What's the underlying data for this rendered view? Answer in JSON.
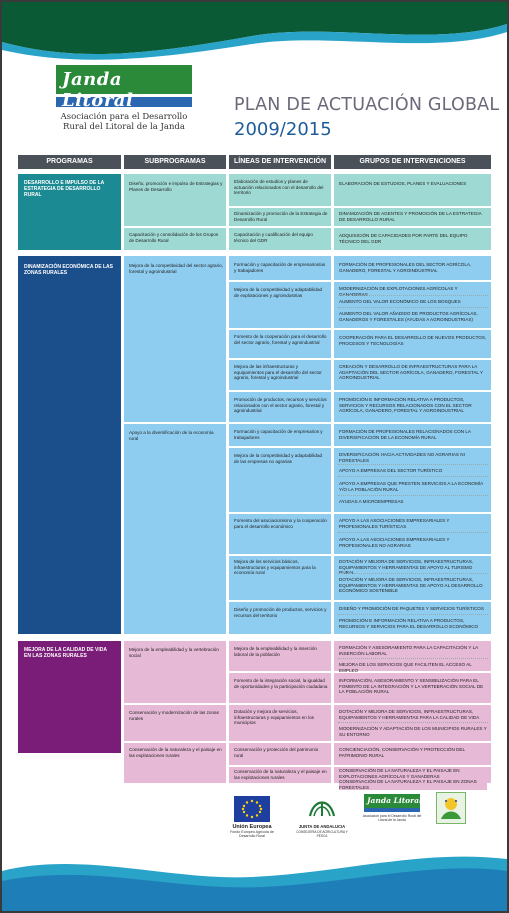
{
  "logo": {
    "name": "Janda Litoral",
    "sub_line1": "Asociación para el Desarrollo",
    "sub_line2": "Rural del Litoral de la Janda"
  },
  "title": "PLAN DE ACTUACIÓN GLOBAL",
  "year": "2009/2015",
  "colors": {
    "teal": "#1c8a93",
    "teal_light": "#9fd9d3",
    "blue": "#1b4f8c",
    "blue_light": "#8fcdf0",
    "purple": "#7a1d78",
    "purple_light": "#e6b9d6",
    "header": "#4a5158",
    "title_grey": "#6a6a7a",
    "year_blue": "#1f5c9a"
  },
  "headers": [
    "PROGRAMAS",
    "SUBPROGRAMAS",
    "LÍNEAS DE INTERVENCIÓN",
    "GRUPOS DE INTERVENCIONES"
  ],
  "p1": {
    "label": "DESARROLLO E IMPULSO DE LA ESTRATEGIA DE DESARROLLO RURAL",
    "s1": "Diseño, promoción e impulso de Estrategias y Planes de Desarrollo",
    "s1_l1": "Elaboración de estudios y planes de actuación relacionados con el desarrollo del territorio",
    "s1_l1_g1": "ELABORACIÓN DE ESTUDIOS, PLANES Y EVALUACIONES",
    "s1_l2": "Dinamización y promoción de la Estrategia de Desarrollo Rural",
    "s1_l2_g1": "DINAMIZACIÓN DE AGENTES Y PROMOCIÓN DE LA ESTRATEGIA DE DESARROLLO RURAL",
    "s2": "Capacitación y consolidación de los Grupos de Desarrollo Rural",
    "s2_l1": "Capacitación y cualificación del equipo técnico del GDR",
    "s2_l1_g1": "ADQUISICIÓN DE CAPACIDADES POR PARTE DEL EQUIPO TÉCNICO DEL GDR"
  },
  "p2": {
    "label": "DINAMIZACIÓN ECONÓMICA DE LAS ZONAS RURALES",
    "s1": "Mejora de la competitividad del sector agrario, forestal y agroindustrial",
    "s1_l1": "Formación y capacitación de empresarios/as y trabajadores",
    "s1_l1_g1": "FORMACIÓN DE PROFESIONALES DEL SECTOR AGRÍCOLA, GANADERO, FORESTAL Y AGROINDUSTRIAL",
    "s1_l2": "Mejora de la competitividad y adaptabilidad de explotaciones y agroindustrias",
    "s1_l2_g1": "MODERNIZACIÓN DE EXPLOTACIONES AGRÍCOLAS Y GANADERAS",
    "s1_l2_g2": "AUMENTO DEL VALOR ECONÓMICO DE LOS BOSQUES",
    "s1_l2_g3": "AUMENTO DEL VALOR AÑADIDO DE PRODUCTOS AGRÍCOLAS, GANADEROS Y FORESTALES (AYUDAS A AGROINDUSTRIAS)",
    "s1_l3": "Fomento de la cooperación para el desarrollo del sector agrario, forestal y agroindustrial",
    "s1_l3_g1": "COOPERACIÓN PARA EL DESARROLLO DE NUEVOS PRODUCTOS, PROCESOS Y TECNOLOGÍAS",
    "s1_l4": "Mejora de las infraestructuras y equipamientos para el desarrollo del sector agrario, forestal y agroindustrial",
    "s1_l4_g1": "CREACIÓN Y DESARROLLO DE INFRAESTRUCTURAS PARA LA ADAPTACIÓN DEL SECTOR AGRÍCOLA, GANADERO, FORESTAL Y AGROINDUSTRIAL",
    "s1_l5": "Promoción de productos, recursos y servicios relacionados con el sector agrario, forestal y agroindustrial",
    "s1_l5_g1": "PROMOCIÓN E INFORMACIÓN RELATIVA A PRODUCTOS, SERVICIOS Y RECURSOS RELACIONADOS CON EL SECTOR AGRÍCOLA, GANADERO, FORESTAL Y AGROINDUSTRIAL",
    "s2": "Apoyo a la diversificación de la economía rural",
    "s2_l1": "Formación y capacitación de empresarios y trabajadores",
    "s2_l1_g1": "FORMACIÓN DE PROFESIONALES RELACIONADOS CON LA DIVERSIFICACIÓN DE LA ECONOMÍA RURAL",
    "s2_l2": "Mejora de la competitividad y adaptabilidad de las empresas no agrarias",
    "s2_l2_g1": "DIVERSIFICACIÓN HACIA ACTIVIDADES NO AGRARIAS NI FORESTALES",
    "s2_l2_g2": "APOYO A EMPRESAS DEL SECTOR TURÍSTICO",
    "s2_l2_g3": "APOYO A EMPRESAS QUE PRESTEN SERVICIOS A LA ECONOMÍA Y/O LA POBLACIÓN RURAL",
    "s2_l2_g4": "AYUDAS A MICROEMPRESAS",
    "s2_l3": "Fomento del asociacionismo y la cooperación para el desarrollo económico",
    "s2_l3_g1": "APOYO A LAS ASOCIACIONES EMPRESARIALES Y PROFESIONALES TURÍSTICAS",
    "s2_l3_g2": "APOYO A LAS ASOCIACIONES EMPRESARIALES Y PROFESIONALES NO AGRARIAS",
    "s2_l4": "Mejora de los servicios básicos, infraestructuras y equipamientos para la economía rural",
    "s2_l4_g1": "DOTACIÓN Y MEJORA DE SERVICIOS, INFRAESTRUCTURAS, EQUIPAMIENTOS Y HERRAMIENTAS DE APOYO AL TURISMO RURAL",
    "s2_l4_g2": "DOTACIÓN Y MEJORA DE SERVICIOS, INFRAESTRUCTURAS, EQUIPAMIENTOS Y HERRAMIENTAS DE APOYO AL DESARROLLO ECONÓMICO SOSTENIBLE",
    "s2_l5": "Diseño y promoción de productos, servicios y recursos del territorio",
    "s2_l5_g1": "DISEÑO Y PROMOCIÓN DE PAQUETES Y SERVICIOS TURÍSTICOS",
    "s2_l5_g2": "PROMOCIÓN E INFORMACIÓN RELATIVA A PRODUCTOS, RECURSOS Y SERVICIOS PARA EL DESARROLLO ECONÓMICO"
  },
  "p3": {
    "label": "MEJORA DE LA CALIDAD DE VIDA EN LAS ZONAS RURALES",
    "s1": "Mejora de la empleabilidad y la vertebración social",
    "s1_l1": "Mejora de la empleabilidad y la inserción laboral de la población",
    "s1_l1_g1": "FORMACIÓN Y ASESORAMIENTO PARA LA CAPACITACIÓN Y LA INSERCIÓN LABORAL",
    "s1_l1_g2": "MEJORA DE LOS SERVICIOS QUE FACILITEN EL ACCESO AL EMPLEO",
    "s1_l2": "Fomento de la integración social, la igualdad de oportunidades y la participación ciudadana",
    "s1_l2_g1": "INFORMACIÓN, ASESORAMIENTO Y SENSIBILIZACIÓN PARA EL FOMENTO DE LA INTEGRACIÓN Y LA VERTEBRACIÓN SOCIAL DE LA POBLACIÓN RURAL",
    "s2": "Conservación y modernización de las zonas rurales",
    "s2_l1": "Dotación y mejora de servicios, infraestructuras y equipamientos en los municipios",
    "s2_l1_g1": "DOTACIÓN Y MEJORA DE SERVICIOS, INFRAESTRUCTURAS, EQUIPAMIENTOS Y HERRAMIENTAS PARA LA CALIDAD DE VIDA",
    "s2_l1_g2": "MODERNIZACIÓN Y ADAPTACIÓN DE LOS MUNICIPIOS RURALES Y SU ENTORNO",
    "s2_l2": "Conservación y protección del patrimonio rural",
    "s2_l2_g1": "CONCIENCIACIÓN, CONSERVACIÓN Y PROTECCIÓN DEL PATRIMONIO RURAL",
    "s3": "Conservación de la naturaleza y el paisaje en las explotaciones rurales",
    "s3_l1": "Conservación de la naturaleza y el paisaje en las explotaciones rurales",
    "s3_l1_g1": "CONSERVACIÓN DE LA NATURALEZA Y EL PAISAJE EN EXPLOTACIONES AGRÍCOLAS Y GANADERAS",
    "s3_l1_g2": "CONSERVACIÓN DE LA NATURALEZA Y EL PAISAJE EN ZONAS FORESTALES"
  },
  "footer": {
    "eu_title": "Unión Europea",
    "eu_sub": "Fondo Europeo Agrícola de Desarrollo Rural",
    "junta": "JUNTA DE ANDALUCIA",
    "junta_sub": "CONSEJERÍA DE AGRICULTURA Y PESCA",
    "jl_name": "Janda Litoral",
    "jl_sub": "Asociación para el Desarrollo Rural del Litoral de la Janda"
  }
}
